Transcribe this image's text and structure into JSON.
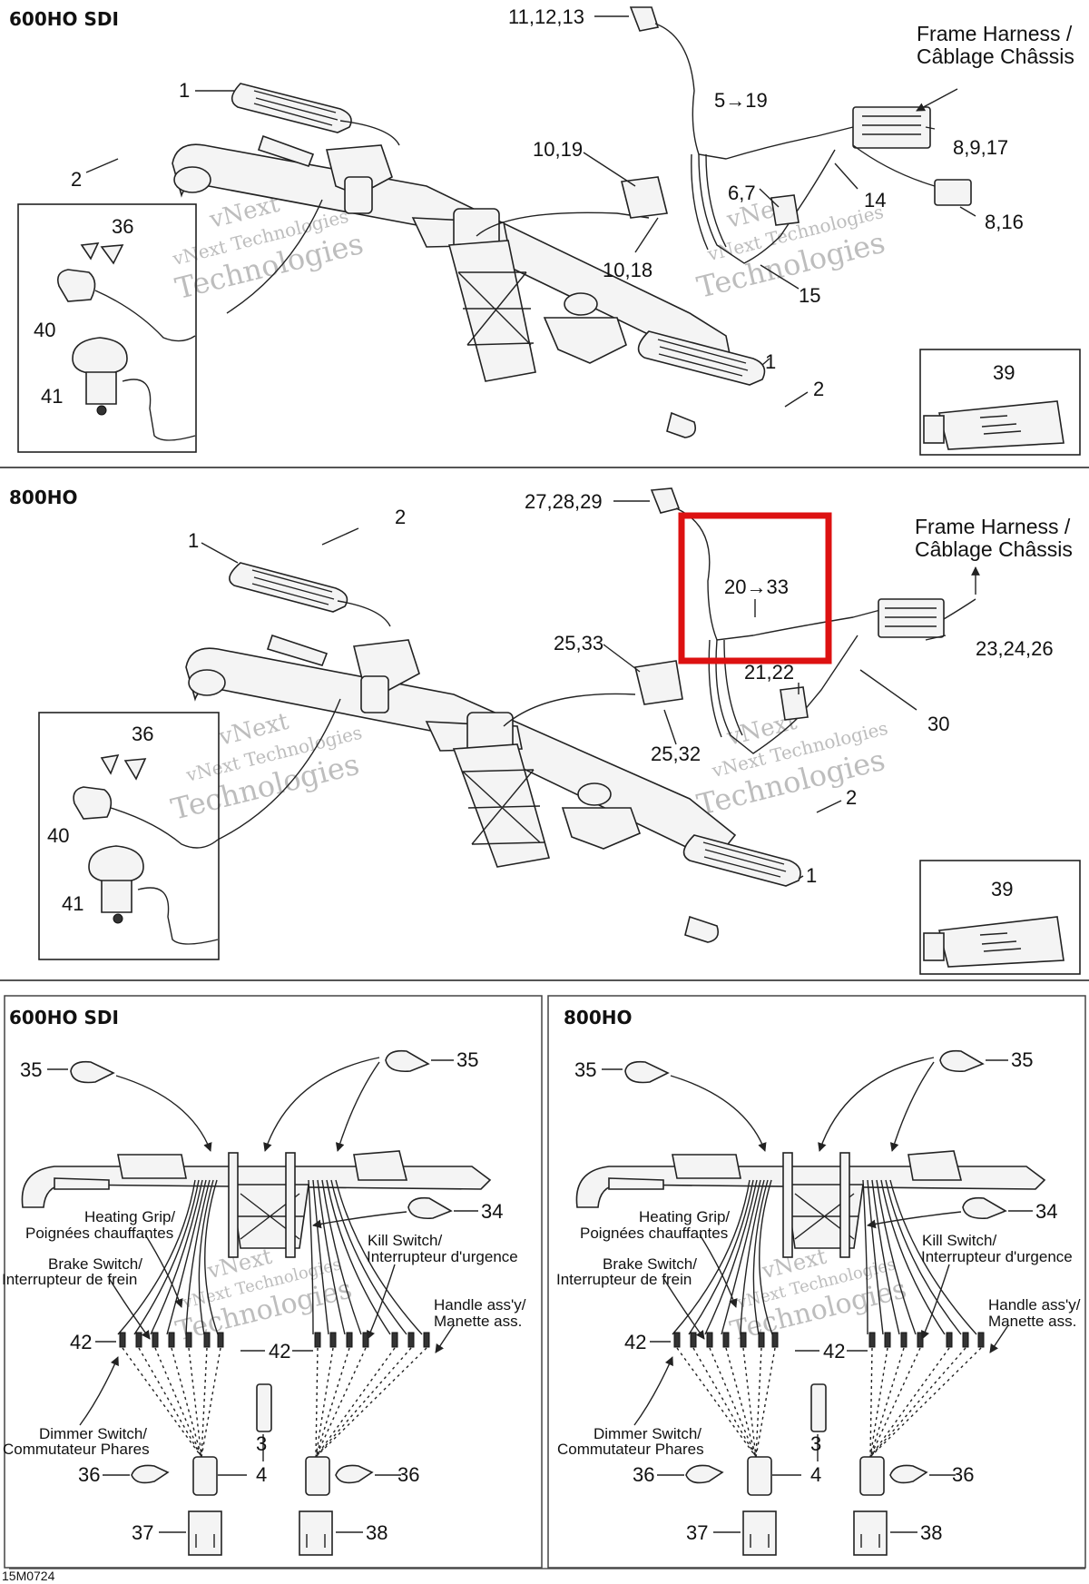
{
  "figure_code": "15M0724",
  "colors": {
    "highlight_box": "#dd1111",
    "line": "#222222",
    "watermark": "#bdbdbd"
  },
  "watermark": {
    "line1": "vNext",
    "line2": "vNext Technologies",
    "line3": "Technologies"
  },
  "tube_icon_name": "grease-tube-icon",
  "top": {
    "title": "600HO SDI",
    "frame_harness": {
      "line1": "Frame Harness /",
      "line2": "Câblage Châssis"
    },
    "labels": [
      "11,12,13",
      "5→19",
      "10,19",
      "6,7",
      "14",
      "8,9,17",
      "8,16",
      "10,18",
      "15",
      "1",
      "2",
      "36",
      "40",
      "41",
      "1",
      "2",
      "39"
    ]
  },
  "middle": {
    "title": "800HO",
    "frame_harness": {
      "line1": "Frame Harness /",
      "line2": "Câblage Châssis"
    },
    "labels": [
      "27,28,29",
      "20→33",
      "25,33",
      "21,22",
      "23,24,26",
      "30",
      "25,32",
      "1",
      "2",
      "36",
      "40",
      "41",
      "2",
      "1",
      "39"
    ]
  },
  "bottom_panels": [
    {
      "title": "600HO SDI",
      "numbers": [
        "35",
        "35",
        "34",
        "42",
        "42",
        "3",
        "36",
        "4",
        "36",
        "37",
        "38"
      ],
      "heating_grip": [
        "Heating Grip/",
        "Poignées chauffantes"
      ],
      "brake_switch": [
        "Brake Switch/",
        "Interrupteur de frein"
      ],
      "kill_switch": [
        "Kill Switch/",
        "Interrupteur d'urgence"
      ],
      "handle": [
        "Handle ass'y/",
        "Manette ass."
      ],
      "dimmer_switch": [
        "Dimmer Switch/",
        "Commutateur Phares"
      ]
    },
    {
      "title": "800HO",
      "numbers": [
        "35",
        "35",
        "34",
        "42",
        "42",
        "3",
        "36",
        "4",
        "36",
        "37",
        "38"
      ],
      "heating_grip": [
        "Heating Grip/",
        "Poignées chauffantes"
      ],
      "brake_switch": [
        "Brake Switch/",
        "Interrupteur de frein"
      ],
      "kill_switch": [
        "Kill Switch/",
        "Interrupteur d'urgence"
      ],
      "handle": [
        "Handle ass'y/",
        "Manette ass."
      ],
      "dimmer_switch": [
        "Dimmer Switch/",
        "Commutateur Phares"
      ]
    }
  ]
}
